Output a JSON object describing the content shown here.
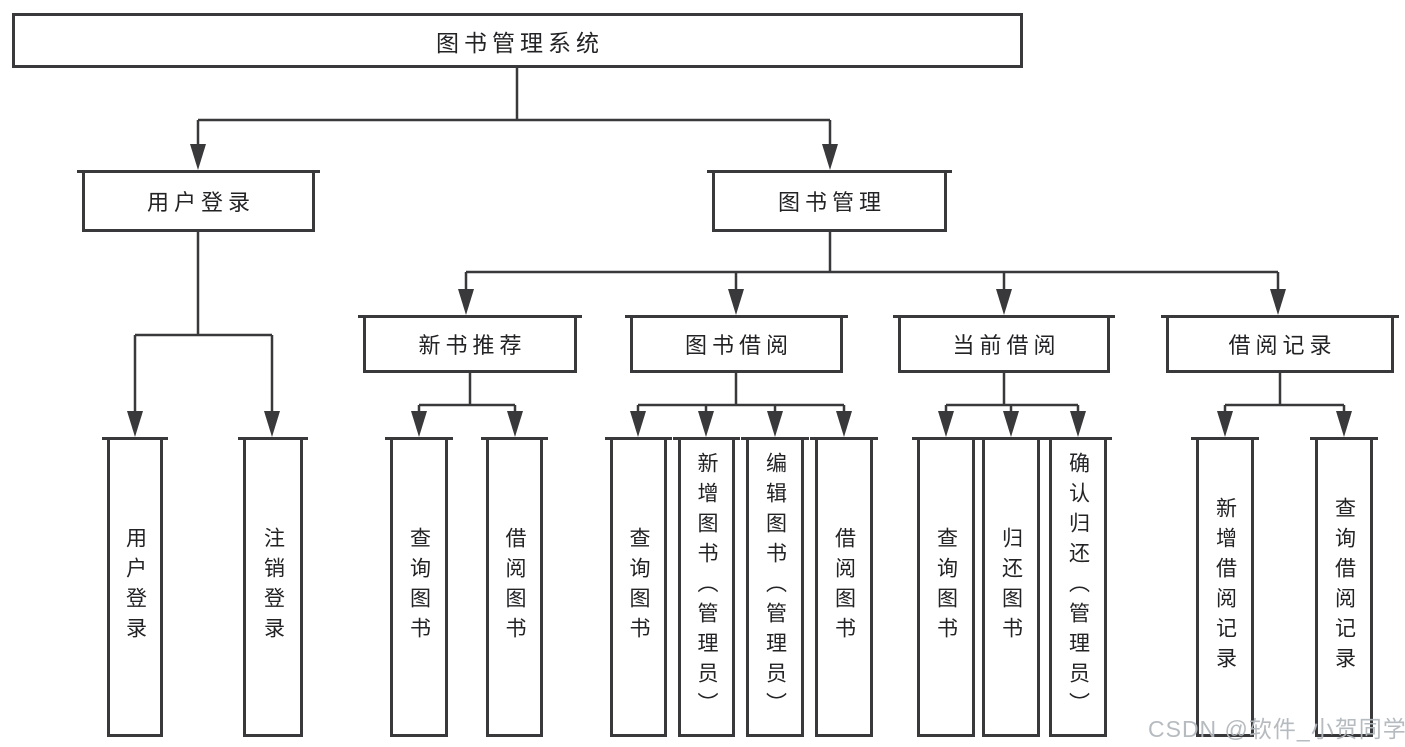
{
  "root": {
    "label": "图书管理系统"
  },
  "level2": {
    "user_login": {
      "label": "用户登录"
    },
    "book_mgmt": {
      "label": "图书管理"
    }
  },
  "level3": {
    "new_books": {
      "label": "新书推荐"
    },
    "book_borrow": {
      "label": "图书借阅"
    },
    "current_borrow": {
      "label": "当前借阅"
    },
    "borrow_records": {
      "label": "借阅记录"
    }
  },
  "leaves": {
    "user_login_leaf": {
      "label": "用户登录"
    },
    "logout": {
      "label": "注销登录"
    },
    "newbooks_query": {
      "label": "查询图书"
    },
    "newbooks_borrow": {
      "label": "借阅图书"
    },
    "borrow_query": {
      "label": "查询图书"
    },
    "borrow_add": {
      "label": "新增图书（管理员）"
    },
    "borrow_edit": {
      "label": "编辑图书（管理员）"
    },
    "borrow_borrow": {
      "label": "借阅图书"
    },
    "current_query": {
      "label": "查询图书"
    },
    "current_return": {
      "label": "归还图书"
    },
    "current_confirm": {
      "label": "确认归还（管理员）"
    },
    "records_add": {
      "label": "新增借阅记录"
    },
    "records_query": {
      "label": "查询借阅记录"
    }
  },
  "watermark": {
    "label": "CSDN @软件_小贺同学"
  },
  "colors": {
    "line": "#39393b",
    "border": "#39393b",
    "text": "#232326",
    "watermark": "#b7bbc0",
    "background": "#ffffff"
  }
}
